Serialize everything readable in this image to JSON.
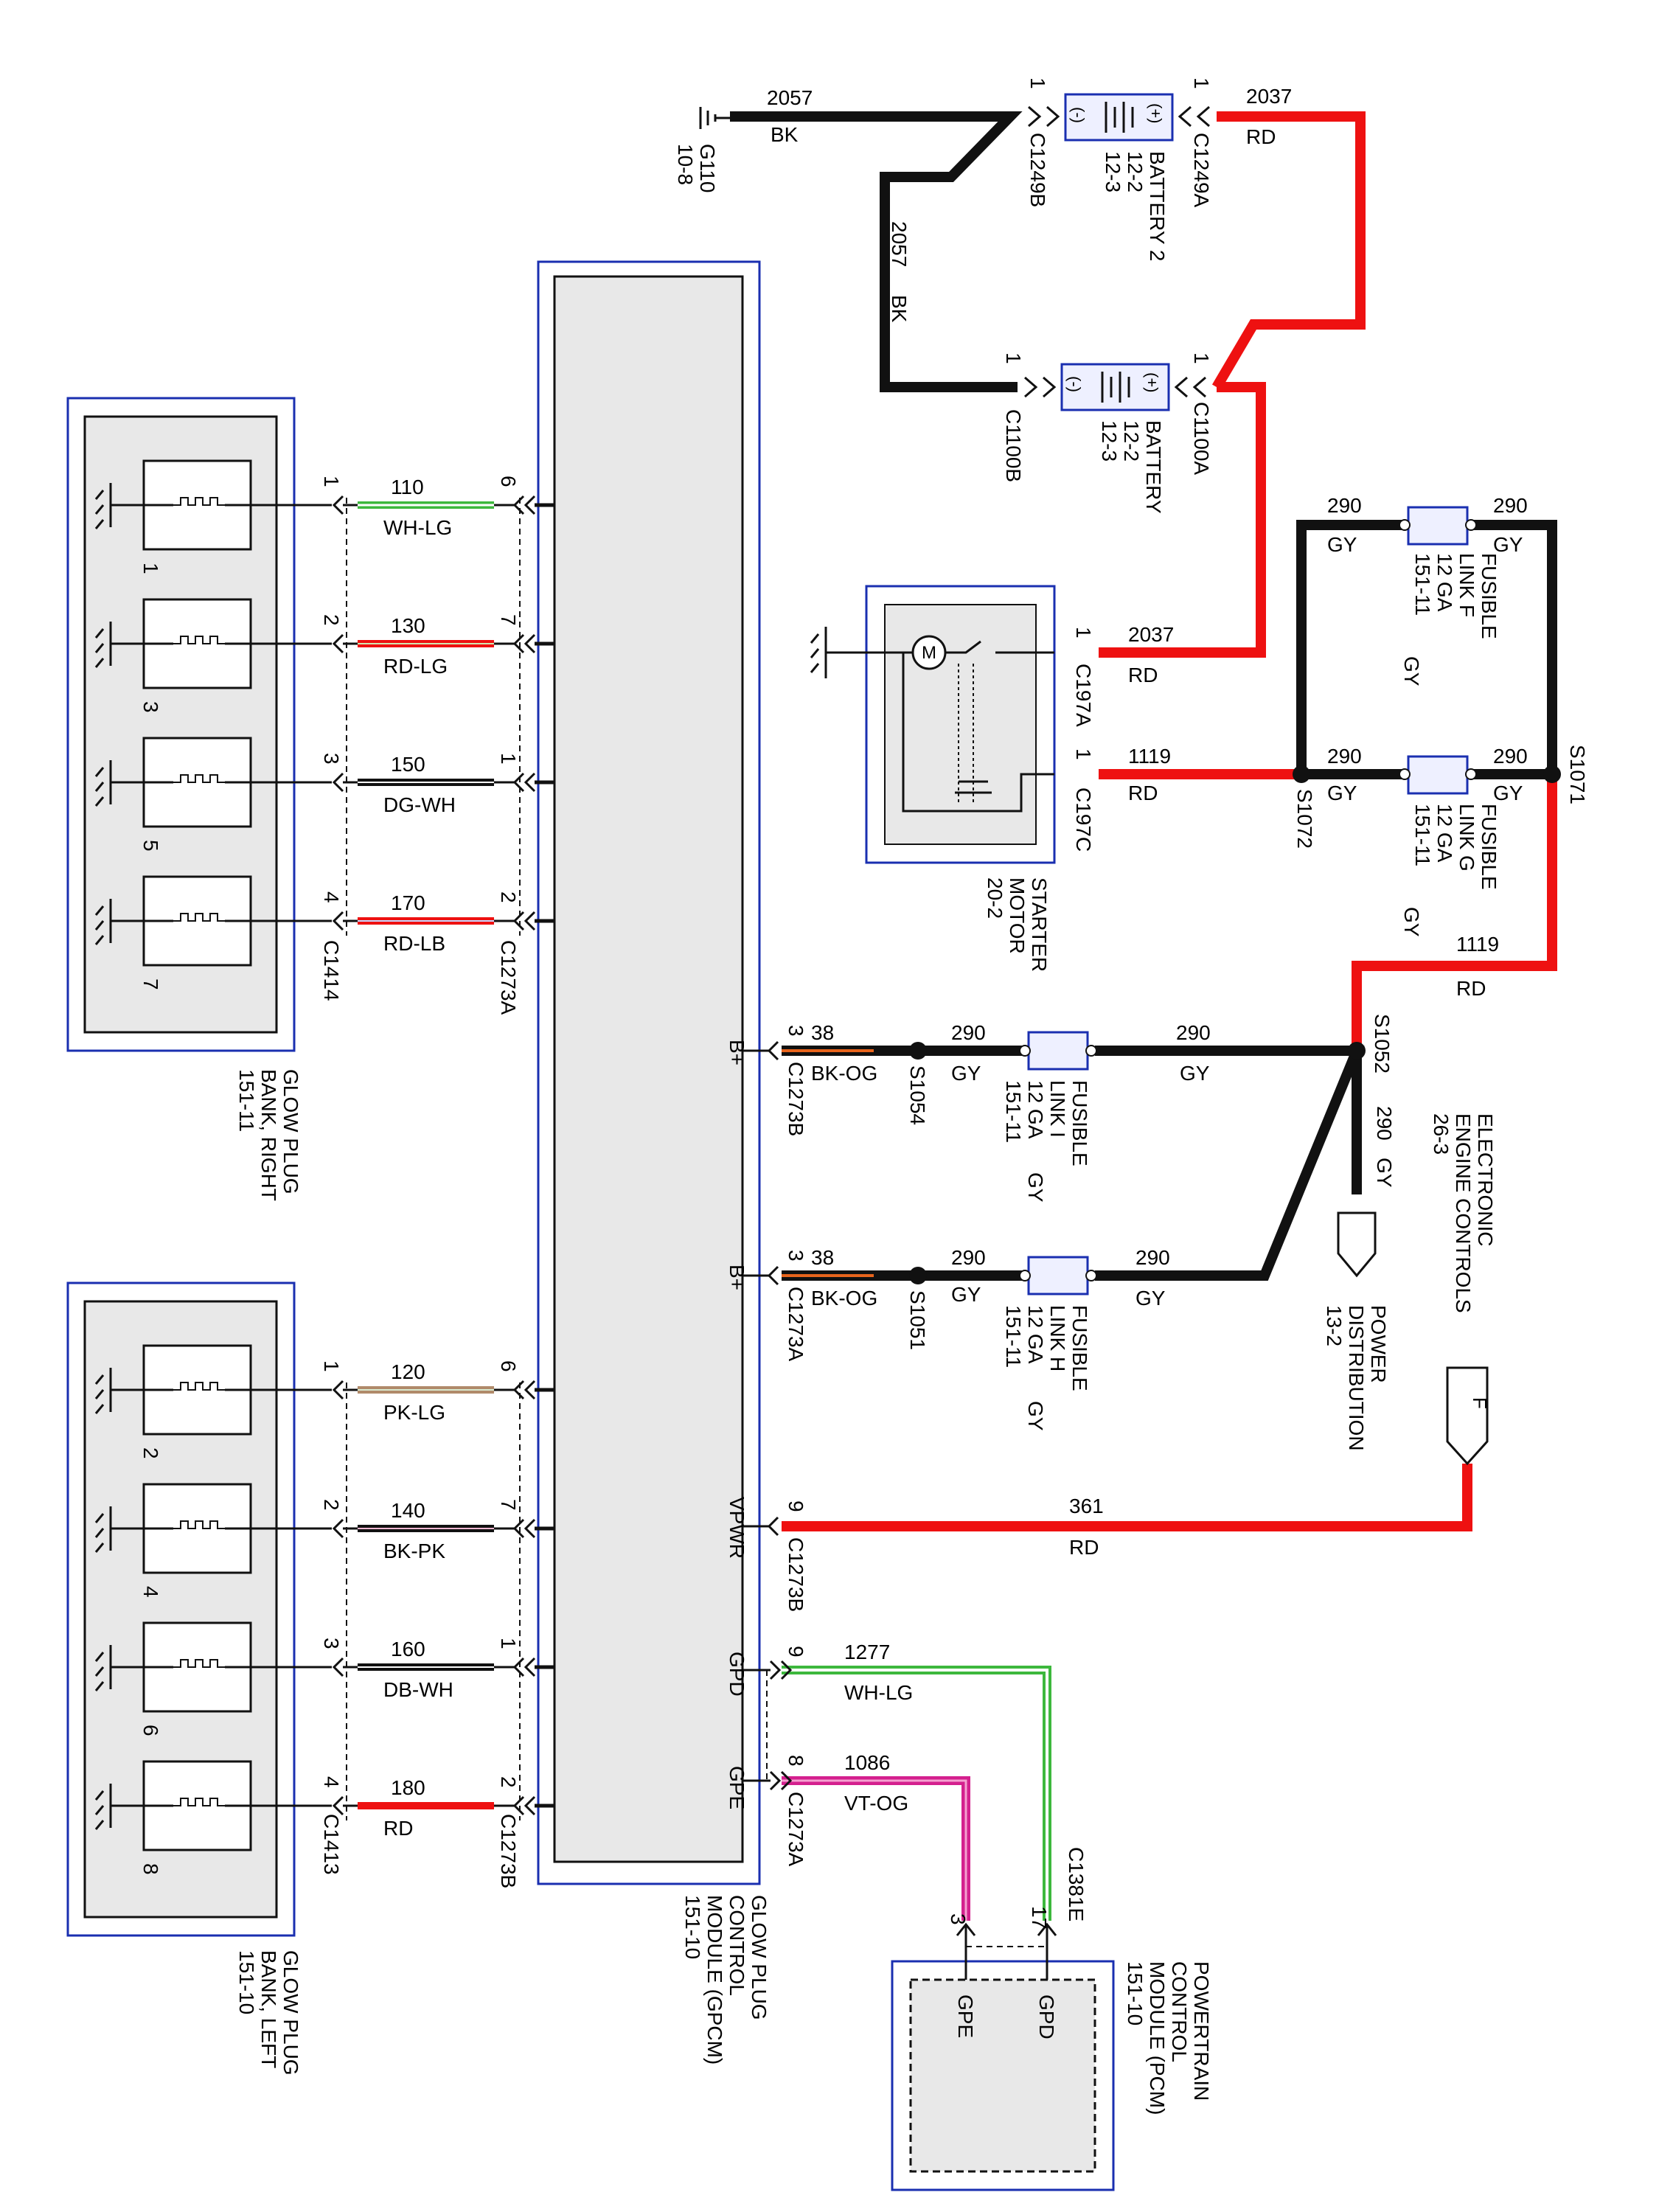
{
  "ground_g110": {
    "id": "G110",
    "ref": "10-8"
  },
  "battery2": {
    "name": "BATTERY 2",
    "refs": [
      "12-2",
      "12-3"
    ],
    "neg": "(-)",
    "pos": "(+)",
    "conn_neg": "C1249B",
    "conn_pos": "C1249A",
    "pin_neg": "1",
    "pin_pos": "1"
  },
  "battery1": {
    "name": "BATTERY",
    "refs": [
      "12-2",
      "12-3"
    ],
    "neg": "(-)",
    "pos": "(+)",
    "conn_neg": "C1100B",
    "conn_pos": "C1100A",
    "pin_neg": "1",
    "pin_pos": "1"
  },
  "starter": {
    "name": "STARTER",
    "name2": "MOTOR",
    "ref": "20-2",
    "motor_symbol": "M",
    "conn_a": "C197A",
    "conn_c": "C197C",
    "pin_a": "1",
    "pin_c": "1"
  },
  "wires": {
    "w2057a": {
      "circuit": "2057",
      "color": "BK"
    },
    "w2057b": {
      "circuit": "2057",
      "color": "BK"
    },
    "w2037a": {
      "circuit": "2037",
      "color": "RD"
    },
    "w2037b": {
      "circuit": "2037",
      "color": "RD"
    },
    "w1119a": {
      "circuit": "1119",
      "color": "RD"
    },
    "w1119b": {
      "circuit": "1119",
      "color": "RD"
    },
    "w290_f_left": {
      "circuit": "290",
      "color": "GY"
    },
    "w290_f_right": {
      "circuit": "290",
      "color": "GY"
    },
    "w290_g_left": {
      "circuit": "290",
      "color": "GY"
    },
    "w290_g_right": {
      "circuit": "290",
      "color": "GY"
    },
    "w290_i_left": {
      "circuit": "290",
      "color": "GY"
    },
    "w290_i_right": {
      "circuit": "290",
      "color": "GY"
    },
    "w290_h_left": {
      "circuit": "290",
      "color": "GY"
    },
    "w290_h_right": {
      "circuit": "290",
      "color": "GY"
    },
    "w290_down": {
      "circuit": "290",
      "color": "GY"
    },
    "w38_upper": {
      "circuit": "38",
      "color": "BK-OG"
    },
    "w38_lower": {
      "circuit": "38",
      "color": "BK-OG"
    },
    "w361": {
      "circuit": "361",
      "color": "RD"
    },
    "w1277": {
      "circuit": "1277",
      "color": "WH-LG"
    },
    "w1086": {
      "circuit": "1086",
      "color": "VT-OG"
    }
  },
  "fusible_links": {
    "f": {
      "name": "FUSIBLE",
      "name2": "LINK F",
      "gauge": "12 GA",
      "ref": "151-11",
      "color": "GY"
    },
    "g": {
      "name": "FUSIBLE",
      "name2": "LINK G",
      "gauge": "12 GA",
      "ref": "151-11",
      "color": "GY"
    },
    "i": {
      "name": "FUSIBLE",
      "name2": "LINK I",
      "gauge": "12 GA",
      "ref": "151-11",
      "color": "GY"
    },
    "h": {
      "name": "FUSIBLE",
      "name2": "LINK H",
      "gauge": "12 GA",
      "ref": "151-11",
      "color": "GY"
    }
  },
  "splices": {
    "s1071": "S1071",
    "s1072": "S1072",
    "s1052": "S1052",
    "s1054": "S1054",
    "s1051": "S1051"
  },
  "eec": {
    "line1": "ELECTRONIC",
    "line2": "ENGINE CONTROLS",
    "ref": "26-3"
  },
  "power_dist": {
    "line1": "POWER",
    "line2": "DISTRIBUTION",
    "ref": "13-2"
  },
  "offpage_f": "F",
  "gpcm": {
    "line1": "GLOW PLUG",
    "line2": "CONTROL",
    "line3": "MODULE (GPCM)",
    "ref": "151-10",
    "pin_bplus_1": "B+",
    "pin_bplus_2": "B+",
    "pin_vpwr": "VPWR",
    "pin_gpd": "GPD",
    "pin_gpe": "GPE",
    "c1273b_top": "C1273B",
    "c1273a_mid": "C1273A",
    "c1273b_vpwr": "C1273B",
    "c1273a_gpe": "C1273A",
    "c1273a_left": "C1273A",
    "c1273b_left": "C1273B",
    "pin3a": "3",
    "pin3b": "3",
    "pin9a": "9",
    "pin9b": "9",
    "pin8": "8"
  },
  "pcm": {
    "line1": "POWERTRAIN",
    "line2": "CONTROL",
    "line3": "MODULE (PCM)",
    "ref": "151-10",
    "pin_gpd": "GPD",
    "pin_gpe": "GPE",
    "conn": "C1381E",
    "pin17": "17",
    "pin3": "3"
  },
  "glow_right": {
    "line1": "GLOW PLUG",
    "line2": "BANK, RIGHT",
    "ref": "151-11",
    "conn": "C1414",
    "plugs": [
      "1",
      "3",
      "5",
      "7"
    ],
    "wires": [
      {
        "circuit": "110",
        "color": "WH-LG",
        "pin_bank": "1",
        "pin_mod": "6"
      },
      {
        "circuit": "130",
        "color": "RD-LG",
        "pin_bank": "2",
        "pin_mod": "7"
      },
      {
        "circuit": "150",
        "color": "DG-WH",
        "pin_bank": "3",
        "pin_mod": "1"
      },
      {
        "circuit": "170",
        "color": "RD-LB",
        "pin_bank": "4",
        "pin_mod": "2"
      }
    ]
  },
  "glow_left": {
    "line1": "GLOW PLUG",
    "line2": "BANK, LEFT",
    "ref": "151-10",
    "conn": "C1413",
    "plugs": [
      "2",
      "4",
      "6",
      "8"
    ],
    "wires": [
      {
        "circuit": "120",
        "color": "PK-LG",
        "pin_bank": "1",
        "pin_mod": "6"
      },
      {
        "circuit": "140",
        "color": "BK-PK",
        "pin_bank": "2",
        "pin_mod": "7"
      },
      {
        "circuit": "160",
        "color": "DB-WH",
        "pin_bank": "3",
        "pin_mod": "1"
      },
      {
        "circuit": "180",
        "color": "RD",
        "pin_bank": "4",
        "pin_mod": "2"
      }
    ]
  },
  "colors": {
    "red": "#ee1111",
    "black": "#111111",
    "blue": "#1a2fb0",
    "green": "#3db83d",
    "pink": "#d4208e",
    "tan": "#b08a6a",
    "frame": "#e8e8e8"
  }
}
